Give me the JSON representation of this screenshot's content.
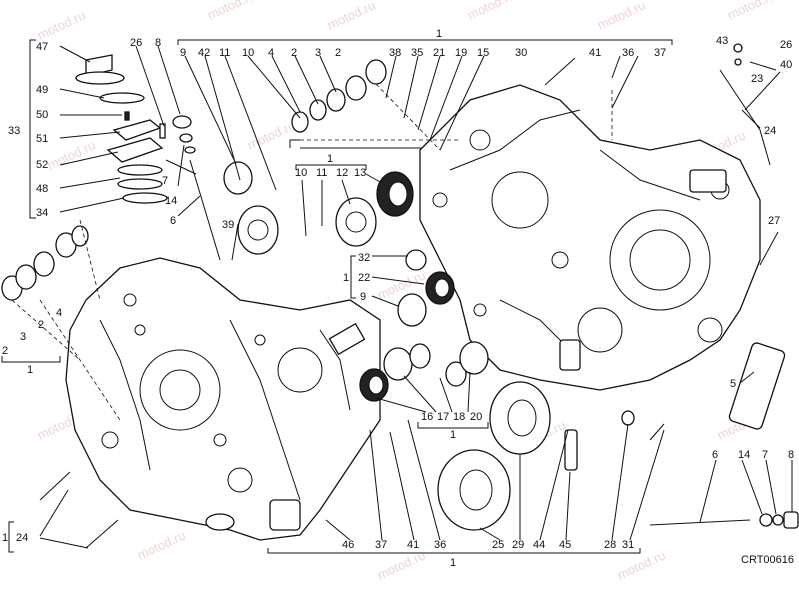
{
  "drawing_code": "CRT00616",
  "watermark": "motod.ru",
  "callouts": [
    {
      "id": "c-47a",
      "text": "47"
    },
    {
      "id": "c-26a",
      "text": "26"
    },
    {
      "id": "c-8a",
      "text": "8"
    },
    {
      "id": "c-9a",
      "text": "9"
    },
    {
      "id": "c-42",
      "text": "42"
    },
    {
      "id": "c-11a",
      "text": "11"
    },
    {
      "id": "c-10a",
      "text": "10"
    },
    {
      "id": "c-4a",
      "text": "4"
    },
    {
      "id": "c-2a",
      "text": "2"
    },
    {
      "id": "c-3a",
      "text": "3"
    },
    {
      "id": "c-2b",
      "text": "2"
    },
    {
      "id": "c-38",
      "text": "38"
    },
    {
      "id": "c-35",
      "text": "35"
    },
    {
      "id": "c-21",
      "text": "21"
    },
    {
      "id": "c-19",
      "text": "19"
    },
    {
      "id": "c-15",
      "text": "15"
    },
    {
      "id": "c-30",
      "text": "30"
    },
    {
      "id": "c-41a",
      "text": "41"
    },
    {
      "id": "c-36a",
      "text": "36"
    },
    {
      "id": "c-37a",
      "text": "37"
    },
    {
      "id": "c-43",
      "text": "43"
    },
    {
      "id": "c-26b",
      "text": "26"
    },
    {
      "id": "c-40",
      "text": "40"
    },
    {
      "id": "c-23",
      "text": "23"
    },
    {
      "id": "c-24a",
      "text": "24"
    },
    {
      "id": "c-49",
      "text": "49"
    },
    {
      "id": "c-50",
      "text": "50"
    },
    {
      "id": "c-33",
      "text": "33"
    },
    {
      "id": "c-51",
      "text": "51"
    },
    {
      "id": "c-52",
      "text": "52"
    },
    {
      "id": "c-48",
      "text": "48"
    },
    {
      "id": "c-34",
      "text": "34"
    },
    {
      "id": "c-7a",
      "text": "7"
    },
    {
      "id": "c-14a",
      "text": "14"
    },
    {
      "id": "c-6a",
      "text": "6"
    },
    {
      "id": "c-39",
      "text": "39"
    },
    {
      "id": "c-10b",
      "text": "10"
    },
    {
      "id": "c-11b",
      "text": "11"
    },
    {
      "id": "c-12",
      "text": "12"
    },
    {
      "id": "c-13",
      "text": "13"
    },
    {
      "id": "c-1a",
      "text": "1"
    },
    {
      "id": "c-1b",
      "text": "1"
    },
    {
      "id": "c-27",
      "text": "27"
    },
    {
      "id": "c-32",
      "text": "32"
    },
    {
      "id": "c-1c",
      "text": "1"
    },
    {
      "id": "c-22",
      "text": "22"
    },
    {
      "id": "c-9b",
      "text": "9"
    },
    {
      "id": "c-5",
      "text": "5"
    },
    {
      "id": "c-2c",
      "text": "2"
    },
    {
      "id": "c-3b",
      "text": "3"
    },
    {
      "id": "c-2d",
      "text": "2"
    },
    {
      "id": "c-4b",
      "text": "4"
    },
    {
      "id": "c-1d",
      "text": "1"
    },
    {
      "id": "c-16",
      "text": "16"
    },
    {
      "id": "c-17",
      "text": "17"
    },
    {
      "id": "c-18",
      "text": "18"
    },
    {
      "id": "c-20",
      "text": "20"
    },
    {
      "id": "c-1e",
      "text": "1"
    },
    {
      "id": "c-6b",
      "text": "6"
    },
    {
      "id": "c-14b",
      "text": "14"
    },
    {
      "id": "c-7b",
      "text": "7"
    },
    {
      "id": "c-8b",
      "text": "8"
    },
    {
      "id": "c-1f",
      "text": "1"
    },
    {
      "id": "c-24b",
      "text": "24"
    },
    {
      "id": "c-46",
      "text": "46"
    },
    {
      "id": "c-37b",
      "text": "37"
    },
    {
      "id": "c-41b",
      "text": "41"
    },
    {
      "id": "c-36b",
      "text": "36"
    },
    {
      "id": "c-25",
      "text": "25"
    },
    {
      "id": "c-29",
      "text": "29"
    },
    {
      "id": "c-44",
      "text": "44"
    },
    {
      "id": "c-45",
      "text": "45"
    },
    {
      "id": "c-28",
      "text": "28"
    },
    {
      "id": "c-31",
      "text": "31"
    },
    {
      "id": "c-1g",
      "text": "1"
    }
  ]
}
